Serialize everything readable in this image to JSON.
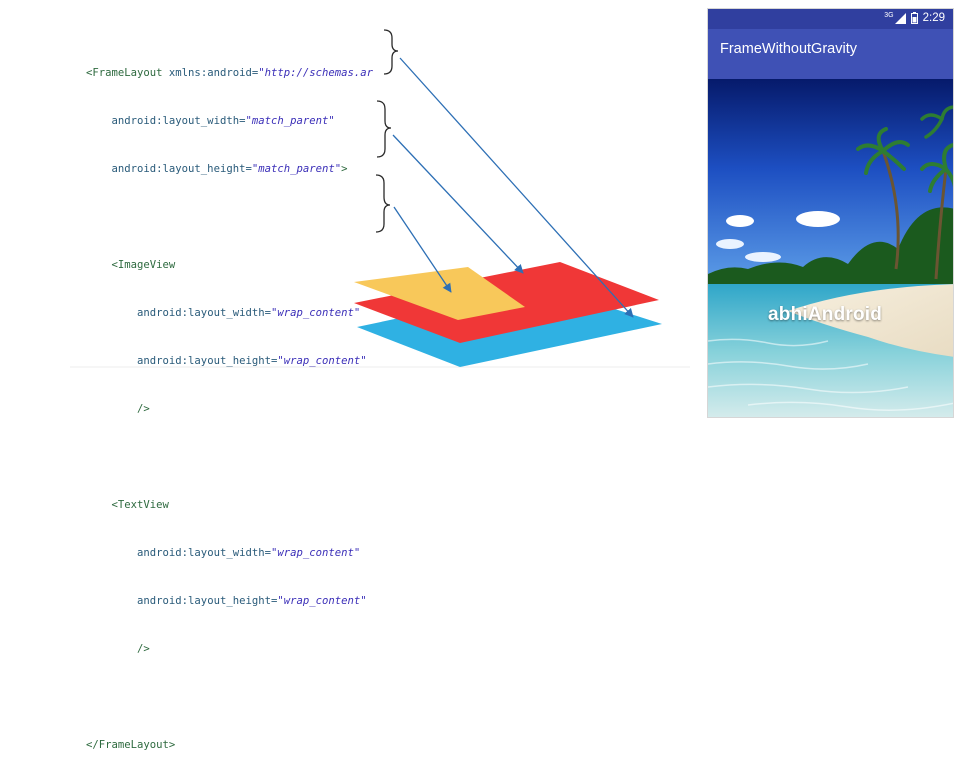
{
  "code": {
    "frame_open": "<FrameLayout",
    "frame_ns_attr": " xmlns:android=",
    "frame_ns_value": "\"http://schemas.ar",
    "frame_width_attr": "android:layout_width=",
    "frame_width_value": "\"match_parent\"",
    "frame_height_attr": "android:layout_height=",
    "frame_height_value": "\"match_parent\"",
    "frame_height_end": ">",
    "image_open": "<ImageView",
    "image_width_attr": "android:layout_width=",
    "image_width_value": "\"wrap_content\"",
    "image_height_attr": "android:layout_height=",
    "image_height_value": "\"wrap_content\"",
    "image_close": "/>",
    "text_open": "<TextView",
    "text_width_attr": "android:layout_width=",
    "text_width_value": "\"wrap_content\"",
    "text_height_attr": "android:layout_height=",
    "text_height_value": "\"wrap_content\"",
    "text_close": "/>",
    "frame_close": "</FrameLayout>"
  },
  "phone": {
    "status_signal": "3G",
    "status_time": "2:29",
    "app_title": "FrameWithoutGravity",
    "caption": "abhiAndroid"
  },
  "layers": {
    "bottom_color": "#2fb1e3",
    "middle_color": "#f03737",
    "top_color": "#f8c85a",
    "arrow_color": "#2d6fb5"
  },
  "colors": {
    "status_bar": "#303f9f",
    "app_bar": "#3f51b5"
  }
}
